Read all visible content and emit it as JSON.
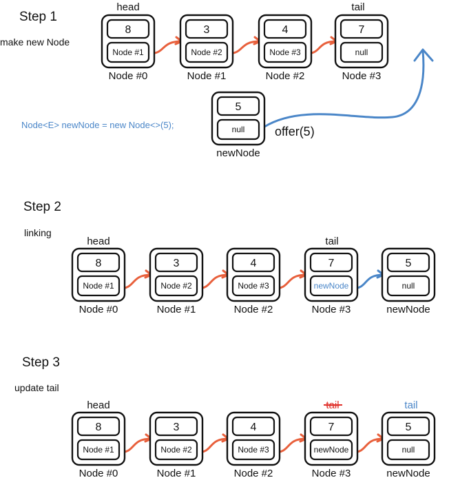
{
  "step1": {
    "title": "Step 1",
    "subtitle": "make new Node",
    "head_label": "head",
    "tail_label": "tail",
    "nodes": [
      {
        "value": "8",
        "ptr": "Node #1",
        "caption": "Node #0"
      },
      {
        "value": "3",
        "ptr": "Node #2",
        "caption": "Node #1"
      },
      {
        "value": "4",
        "ptr": "Node #3",
        "caption": "Node #2"
      },
      {
        "value": "7",
        "ptr": "null",
        "caption": "Node #3"
      }
    ],
    "new_node": {
      "value": "5",
      "ptr": "null",
      "caption": "newNode"
    },
    "code": "Node<E> newNode = new Node<>(5);",
    "action": "offer(5)"
  },
  "step2": {
    "title": "Step 2",
    "subtitle": "linking",
    "head_label": "head",
    "tail_label": "tail",
    "nodes": [
      {
        "value": "8",
        "ptr": "Node #1",
        "caption": "Node #0"
      },
      {
        "value": "3",
        "ptr": "Node #2",
        "caption": "Node #1"
      },
      {
        "value": "4",
        "ptr": "Node #3",
        "caption": "Node #2"
      },
      {
        "value": "7",
        "ptr": "newNode",
        "caption": "Node #3"
      },
      {
        "value": "5",
        "ptr": "null",
        "caption": "newNode"
      }
    ]
  },
  "step3": {
    "title": "Step 3",
    "subtitle": "update tail",
    "head_label": "head",
    "old_tail_label": "tail",
    "tail_label": "tail",
    "nodes": [
      {
        "value": "8",
        "ptr": "Node #1",
        "caption": "Node #0"
      },
      {
        "value": "3",
        "ptr": "Node #2",
        "caption": "Node #1"
      },
      {
        "value": "4",
        "ptr": "Node #3",
        "caption": "Node #2"
      },
      {
        "value": "7",
        "ptr": "newNode",
        "caption": "Node #3"
      },
      {
        "value": "5",
        "ptr": "null",
        "caption": "newNode"
      }
    ]
  },
  "colors": {
    "arrow_orange": "#E8603C",
    "arrow_blue": "#4A86C8",
    "strike_red": "#E0302A",
    "text": "#111111"
  }
}
